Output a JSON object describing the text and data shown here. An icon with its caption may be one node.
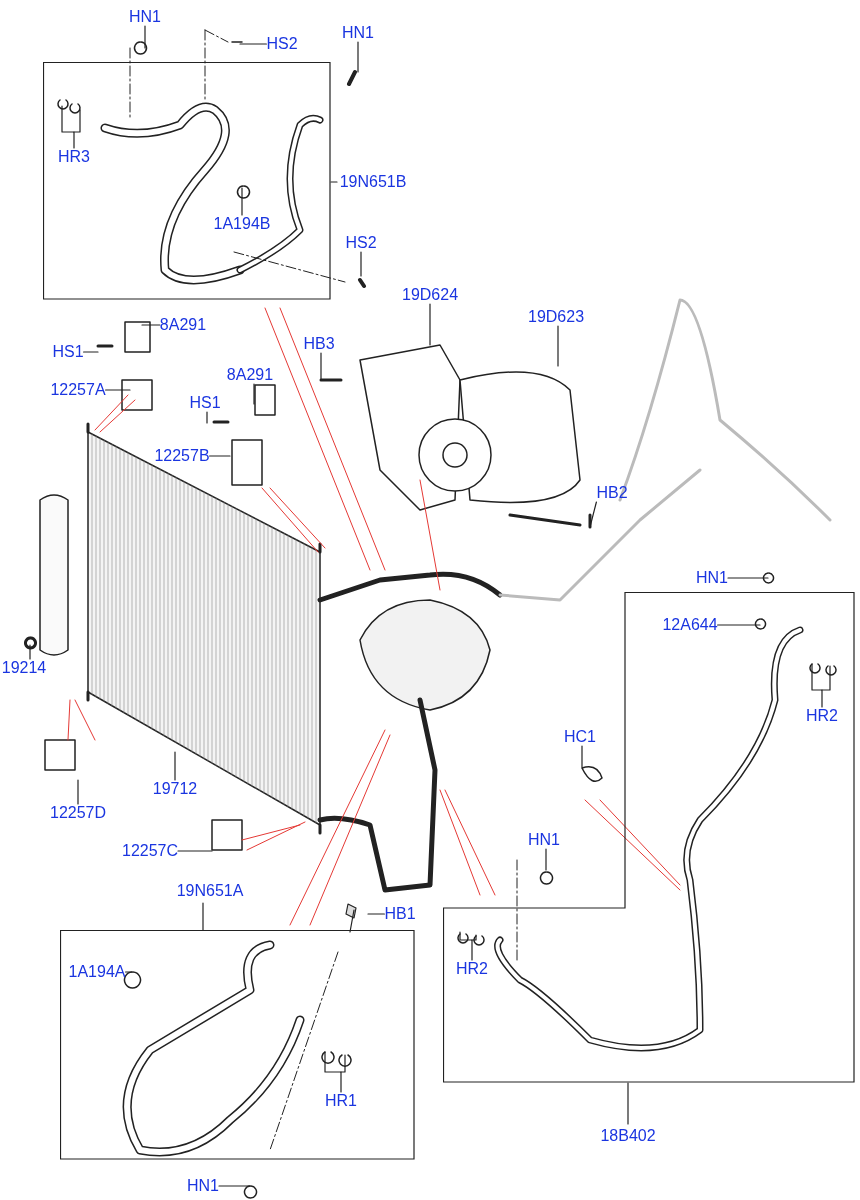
{
  "diagram": {
    "nodes": [
      {
        "text": [
          "19N651B"
        ]
      },
      {
        "text": [
          "HN1"
        ]
      },
      {
        "text": [
          "HS2"
        ]
      },
      {
        "text": [
          "HR3"
        ],
        "in": 0
      },
      {
        "text": [
          "1A194B"
        ],
        "in": 0
      },
      {
        "text": [
          "HN1"
        ]
      },
      {
        "text": [
          "HS2"
        ]
      },
      {
        "text": [
          "8A291"
        ]
      },
      {
        "text": [
          "HS1"
        ]
      },
      {
        "text": [
          "12257A"
        ]
      },
      {
        "text": [
          "HB3"
        ]
      },
      {
        "text": [
          "19D624"
        ]
      },
      {
        "text": [
          "19D623"
        ]
      },
      {
        "text": [
          "8A291"
        ]
      },
      {
        "text": [
          "HS1"
        ]
      },
      {
        "text": [
          "12257B"
        ]
      },
      {
        "text": [
          "HB2"
        ]
      },
      {
        "text": [
          "19214"
        ]
      },
      {
        "text": [
          "19712"
        ]
      },
      {
        "text": [
          "12257D"
        ]
      },
      {
        "text": [
          "12257C"
        ]
      },
      {
        "text": [
          "18B402"
        ]
      },
      {
        "text": [
          "HN1"
        ]
      },
      {
        "text": [
          "12A644"
        ],
        "in": 21
      },
      {
        "text": [
          "HR2"
        ],
        "in": 21
      },
      {
        "text": [
          "HC1"
        ]
      },
      {
        "text": [
          "HN1"
        ]
      },
      {
        "text": [
          "HR2"
        ],
        "in": 21
      },
      {
        "text": [
          "19N651A"
        ]
      },
      {
        "text": [
          "HB1"
        ]
      },
      {
        "text": [
          "1A194A"
        ],
        "in": 28
      },
      {
        "text": [
          "HR1"
        ],
        "in": 28
      },
      {
        "text": [
          "HN1"
        ]
      }
    ],
    "edges": [
      {
        "from": 1,
        "to": null,
        "arrow": "none"
      },
      {
        "from": 2,
        "to": null,
        "arrow": "none"
      },
      {
        "from": 3,
        "to": null,
        "arrow": "none"
      },
      {
        "from": 4,
        "to": null,
        "arrow": "none"
      },
      {
        "from": 5,
        "to": null,
        "arrow": "none"
      },
      {
        "from": 6,
        "to": null,
        "arrow": "none"
      },
      {
        "from": 7,
        "to": null,
        "arrow": "none"
      },
      {
        "from": 8,
        "to": null,
        "arrow": "none"
      },
      {
        "from": 9,
        "to": null,
        "arrow": "none"
      },
      {
        "from": 10,
        "to": null,
        "arrow": "none"
      },
      {
        "from": 11,
        "to": null,
        "arrow": "none"
      },
      {
        "from": 12,
        "to": null,
        "arrow": "none"
      },
      {
        "from": 13,
        "to": null,
        "arrow": "none"
      },
      {
        "from": 14,
        "to": null,
        "arrow": "none"
      },
      {
        "from": 15,
        "to": null,
        "arrow": "none"
      },
      {
        "from": 16,
        "to": null,
        "arrow": "none"
      },
      {
        "from": 17,
        "to": null,
        "arrow": "none"
      },
      {
        "from": 18,
        "to": null,
        "arrow": "none"
      },
      {
        "from": 19,
        "to": null,
        "arrow": "none"
      },
      {
        "from": 20,
        "to": null,
        "arrow": "none"
      },
      {
        "from": 22,
        "to": null,
        "arrow": "none"
      },
      {
        "from": 23,
        "to": null,
        "arrow": "none"
      },
      {
        "from": 24,
        "to": null,
        "arrow": "none"
      },
      {
        "from": 25,
        "to": null,
        "arrow": "none"
      },
      {
        "from": 26,
        "to": null,
        "arrow": "none"
      },
      {
        "from": 27,
        "to": null,
        "arrow": "none"
      },
      {
        "from": 29,
        "to": null,
        "arrow": "none"
      },
      {
        "from": 31,
        "to": null,
        "arrow": "none"
      },
      {
        "from": 32,
        "to": null,
        "arrow": "none"
      },
      {
        "from": 30,
        "to": null,
        "arrow": "none"
      }
    ]
  }
}
